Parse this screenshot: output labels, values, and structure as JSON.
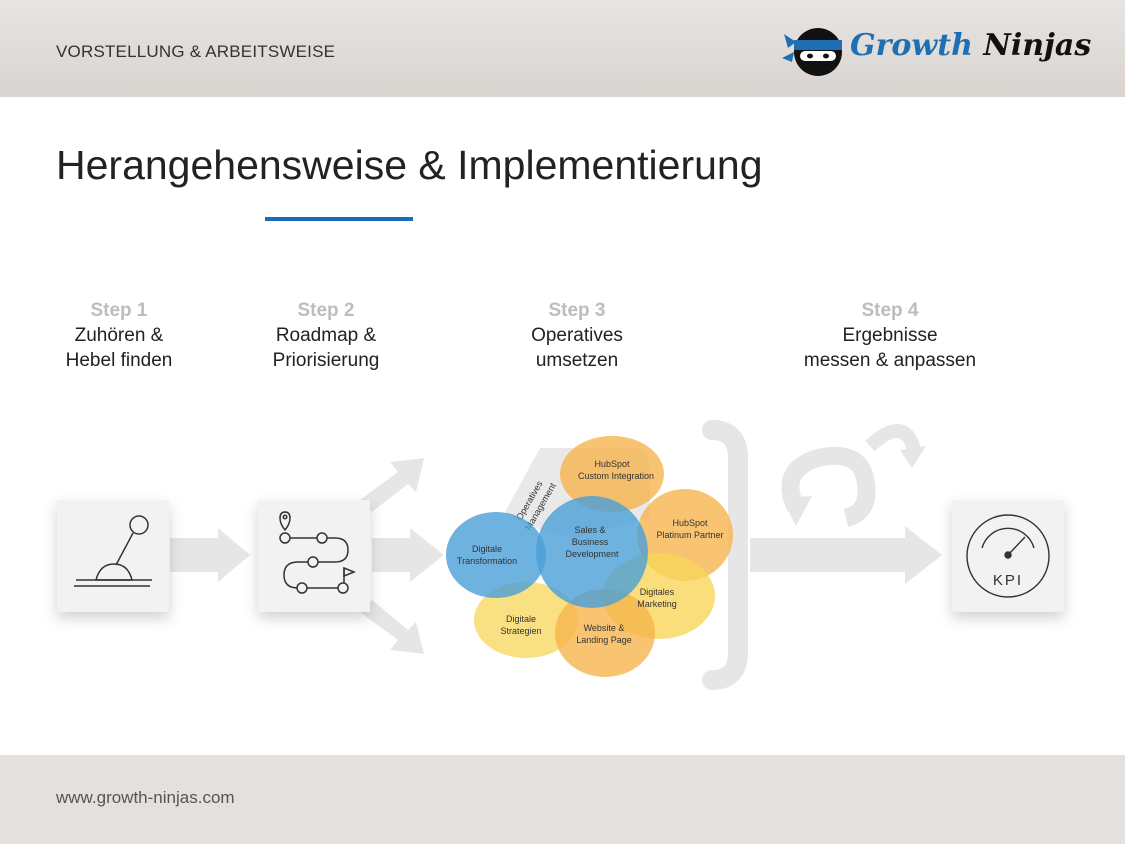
{
  "header": {
    "section_label": "VORSTELLUNG & ARBEITSWEISE",
    "logo": {
      "word1": "Growth",
      "word2": "Ninjas"
    }
  },
  "title": "Herangehensweise & Implementierung",
  "steps": [
    {
      "num": "Step 1",
      "text": "Zuhören &\nHebel finden"
    },
    {
      "num": "Step 2",
      "text": "Roadmap &\nPriorisierung"
    },
    {
      "num": "Step 3",
      "text": "Operatives\numsetzen"
    },
    {
      "num": "Step 4",
      "text": "Ergebnisse\nmessen & anpassen"
    }
  ],
  "blobs": {
    "operatives": [
      "Operatives",
      "Management"
    ],
    "hubspot_custom": [
      "HubSpot",
      "Custom Integration"
    ],
    "hubspot_platinum": [
      "HubSpot",
      "Platinum Partner"
    ],
    "digitale_transformation": [
      "Digitale",
      "Transformation"
    ],
    "sales": [
      "Sales &",
      "Business",
      "Development"
    ],
    "digitales_marketing": [
      "Digitales",
      "Marketing"
    ],
    "digitale_strategien": [
      "Digitale",
      "Strategien"
    ],
    "website": [
      "Website &",
      "Landing Page"
    ]
  },
  "kpi_label": "KPI",
  "footer": {
    "url": "www.growth-ninjas.com"
  },
  "colors": {
    "accent": "#1b6bb8",
    "blue_blob": "#4a9fd8",
    "orange_blob": "#f6b44a",
    "yellow_blob": "#f7d65a",
    "arrow_gray": "#e6e6e6"
  },
  "icons": [
    "ninja-logo-icon",
    "joystick-icon",
    "roadmap-icon",
    "kpi-gauge-icon",
    "loop-arrow-icon"
  ]
}
